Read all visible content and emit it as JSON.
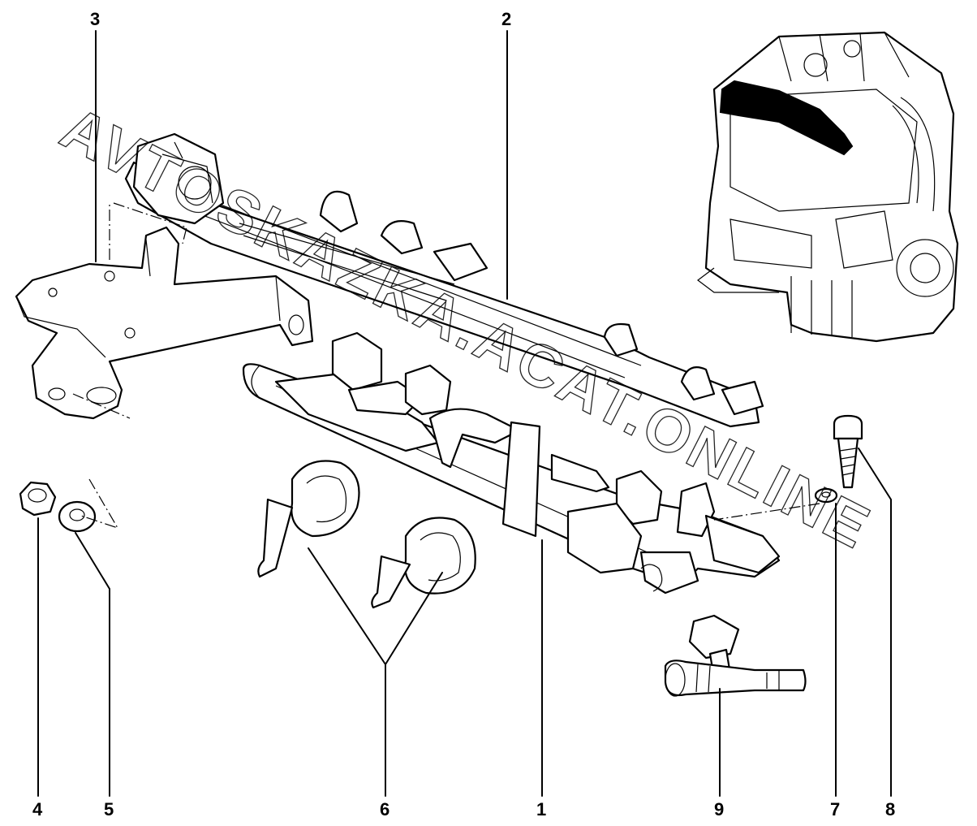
{
  "watermark": "AVTOSKAZKA.ACAT.ONLINE",
  "callouts": [
    {
      "id": "1",
      "label": "1"
    },
    {
      "id": "2",
      "label": "2"
    },
    {
      "id": "3",
      "label": "3"
    },
    {
      "id": "4",
      "label": "4"
    },
    {
      "id": "5",
      "label": "5"
    },
    {
      "id": "6",
      "label": "6"
    },
    {
      "id": "7",
      "label": "7"
    },
    {
      "id": "8",
      "label": "8"
    },
    {
      "id": "9",
      "label": "9"
    }
  ]
}
